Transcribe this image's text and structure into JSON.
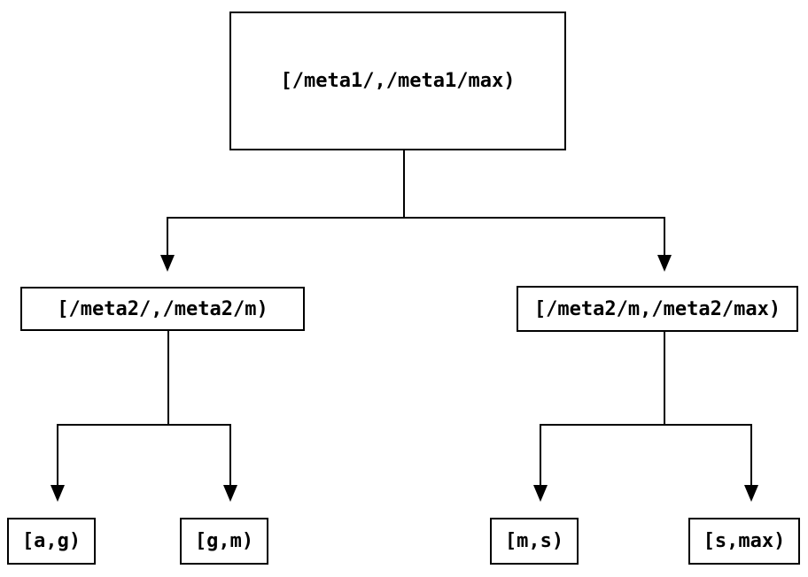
{
  "colors": {
    "background": "#ffffff",
    "foreground": "#000000"
  },
  "tree": {
    "root": {
      "label": "[/meta1/,/meta1/max)"
    },
    "children": [
      {
        "label": "[/meta2/,/meta2/m)"
      },
      {
        "label": "[/meta2/m,/meta2/max)"
      }
    ],
    "leaves": [
      {
        "label": "[a,g)"
      },
      {
        "label": "[g,m)"
      },
      {
        "label": "[m,s)"
      },
      {
        "label": "[s,max)"
      }
    ]
  }
}
